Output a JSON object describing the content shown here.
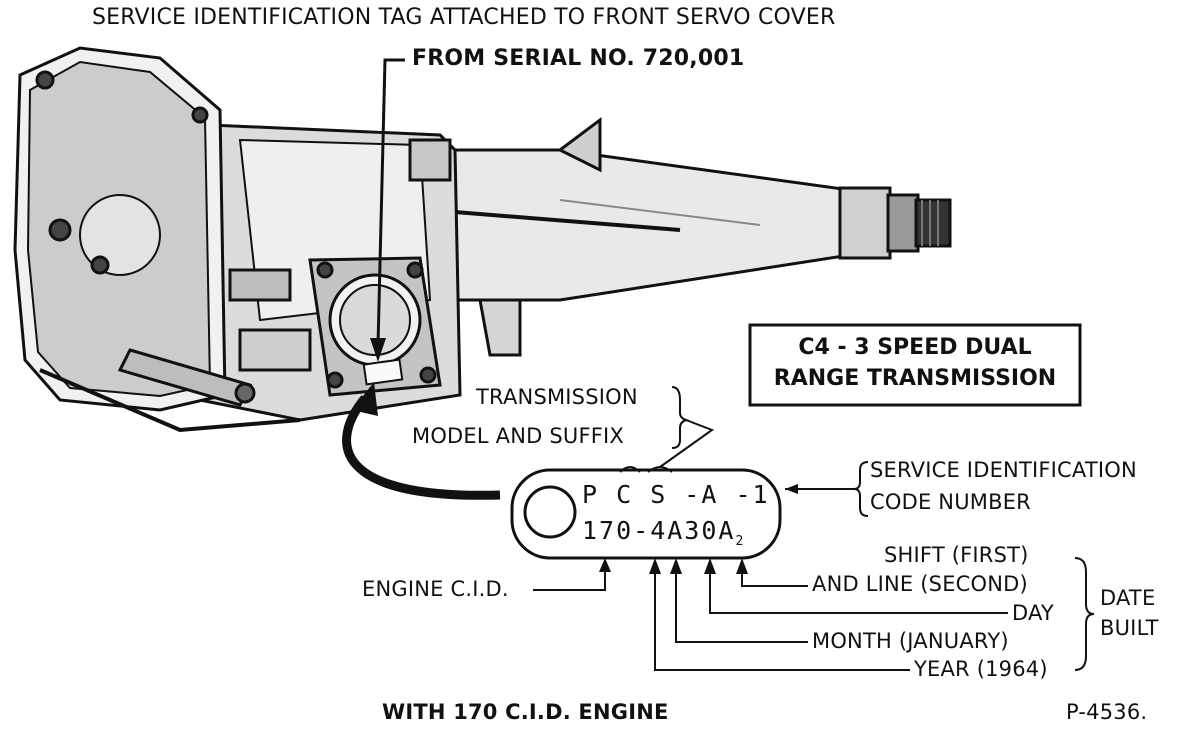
{
  "labels": {
    "top_title": "SERVICE IDENTIFICATION TAG ATTACHED TO FRONT SERVO COVER",
    "serial": "FROM SERIAL NO. 720,001",
    "box_line1": "C4 - 3 SPEED DUAL",
    "box_line2": "RANGE TRANSMISSION",
    "transmission": "TRANSMISSION",
    "model_suffix": "MODEL AND SUFFIX",
    "service_code_1": "SERVICE IDENTIFICATION",
    "service_code_2": "CODE NUMBER",
    "engine_cid": "ENGINE C.I.D.",
    "shift_first": "SHIFT (FIRST)",
    "and_line": "AND LINE (SECOND)",
    "day": "DAY",
    "month": "MONTH (JANUARY)",
    "year": "YEAR (1964)",
    "date": "DATE",
    "built": "BUILT",
    "bottom_caption": "WITH 170 C.I.D. ENGINE",
    "figure_number": "P-4536."
  },
  "tag": {
    "line1": "P C S  -A   -1",
    "line2_main": "170-4A30A",
    "line2_sub": "2"
  },
  "colors": {
    "ink": "#111111",
    "paper": "#ffffff",
    "metal_light": "#e9e9e9",
    "metal_mid": "#bdbdbd",
    "metal_dark": "#555555"
  }
}
